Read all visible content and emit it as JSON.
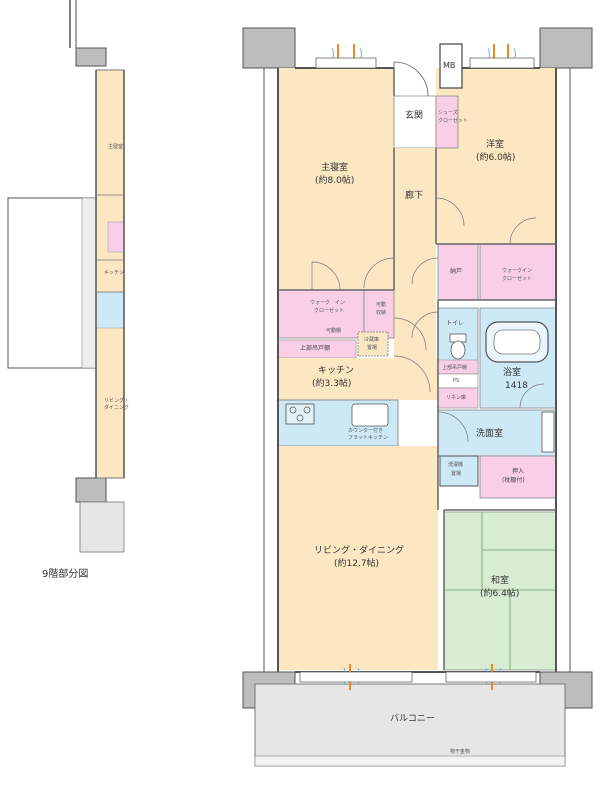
{
  "colors": {
    "floor": "#fbe7c2",
    "storage": "#f8cfe6",
    "water": "#cde9f6",
    "tatami": "#d7ecd3",
    "balcony": "#e6e6e6",
    "wall": "#6e6e6e",
    "column": "#bdbdbd",
    "window_accent": "#f08a24"
  },
  "keyplan": {
    "caption": "9階部分図",
    "labels": {
      "master": "主寝室",
      "kitchen": "キッチン",
      "living_line1": "リビング・",
      "living_line2": "ダイニング"
    }
  },
  "rooms": {
    "mb": "MB",
    "entrance": "玄関",
    "shoes_closet_line1": "シューズ",
    "shoes_closet_line2": "クローゼット",
    "western_name": "洋室",
    "western_size": "(約6.0帖)",
    "master_name": "主寝室",
    "master_size": "(約8.0帖)",
    "hallway": "廊下",
    "storage_nando": "納戸",
    "walkin_right_line1": "ウォークイン",
    "walkin_right_line2": "クローゼット",
    "walkin_master_line1": "ウォーク　イン",
    "walkin_master_line2": "クローゼット",
    "movable_storage_line1": "可動",
    "movable_storage_line2": "収納",
    "movable_shelf": "可動棚",
    "upper_storage": "上部吊戸棚",
    "fridge_line1": "冷蔵庫",
    "fridge_line2": "置場",
    "toilet": "トイレ",
    "upper_storage_small": "上部吊戸棚",
    "ps": "PS",
    "linen": "リネン庫",
    "bath_name": "浴室",
    "bath_size": "1418",
    "kitchen_name": "キッチン",
    "kitchen_size": "(約3.3帖)",
    "counter_line1": "カウンター付き",
    "counter_line2": "フラットキッチン",
    "washroom": "洗面室",
    "washer_line1": "洗濯機",
    "washer_line2": "置場",
    "oshiire_line1": "押入",
    "oshiire_line2": "(枕棚付)",
    "living_name": "リビング・ダイニング",
    "living_size": "(約12.7帖)",
    "japanese_name": "和室",
    "japanese_size": "(約6.4帖)",
    "balcony": "バルコニー",
    "balcony_note": "物干金物"
  }
}
